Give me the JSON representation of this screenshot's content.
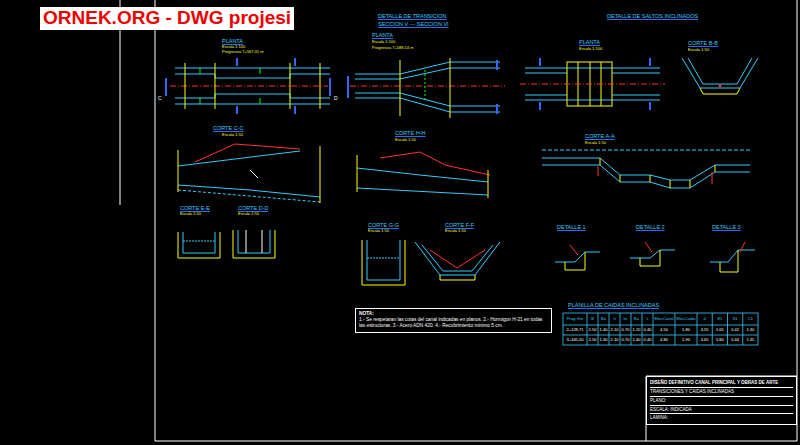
{
  "diagram": {
    "nodes": [
      {
        "text": [
          "NOTA:",
          "1.- Se respetaran las cotas del canal indicadas en planos. 2.- Hormigon H-21 en todas las estructuras. 3.- Acero ADN 420. 4.- Recubrimiento minimo 5 cm."
        ]
      },
      {
        "text": [
          "DISEÑO DEFINITIVO CANAL PRINCIPAL Y OBRAS DE ARTE",
          "TRANSICIONES Y CAIDAS INCLINADAS",
          "PLANO:",
          "ESCALA: INDICADA",
          "LAMINA:"
        ]
      }
    ],
    "labels": [
      "ORNEK.ORG - DWG projesi",
      "DETALLE DE TRANSICION",
      "SECCION V — SECCION VI",
      "DETALLE DE SALTOS INCLINADOS",
      "PLANTA",
      "Escala 1:100",
      "Progresiva 7+567,31 m",
      "PLANTA",
      "Escala 1:100",
      "Progresiva 7+588,14 m",
      "PLANTA",
      "Escala 1:100",
      "CORTE B-B",
      "Escala 1:50",
      "CORTE C-C",
      "Escala 1:50",
      "CORTE H-H",
      "Escala 1:50",
      "CORTE A-A",
      "Escala 1:50",
      "CORTE E-E",
      "Escala 1:50",
      "CORTE D-D",
      "Escala 1:50",
      "CORTE G-G",
      "Escala 1:50",
      "CORTE F-F",
      "Escala 1:50",
      "DETALLE 1",
      "DETALLE 2",
      "DETALLE 3",
      "PLANILLA DE CAIDAS INCLINADAS",
      "C",
      "D",
      "Prog. Km",
      "B",
      "Bo",
      "h",
      "hc",
      "Ea",
      "L",
      "Elev.Canal",
      "Elev.Caida",
      "d",
      "E1",
      "S1",
      "C1",
      "2+128,71",
      "2.50",
      "1.40",
      "2.10",
      "0.70",
      "1.20",
      "0.40",
      "4.50",
      "1.80",
      "4.55",
      "5.65",
      "0.42",
      "1.30",
      "3+445,00",
      "2.50",
      "1.40",
      "2.10",
      "0.70",
      "1.40",
      "0.40",
      "4.80",
      "1.90",
      "4.65",
      "5.80",
      "0.44",
      "1.35"
    ]
  }
}
